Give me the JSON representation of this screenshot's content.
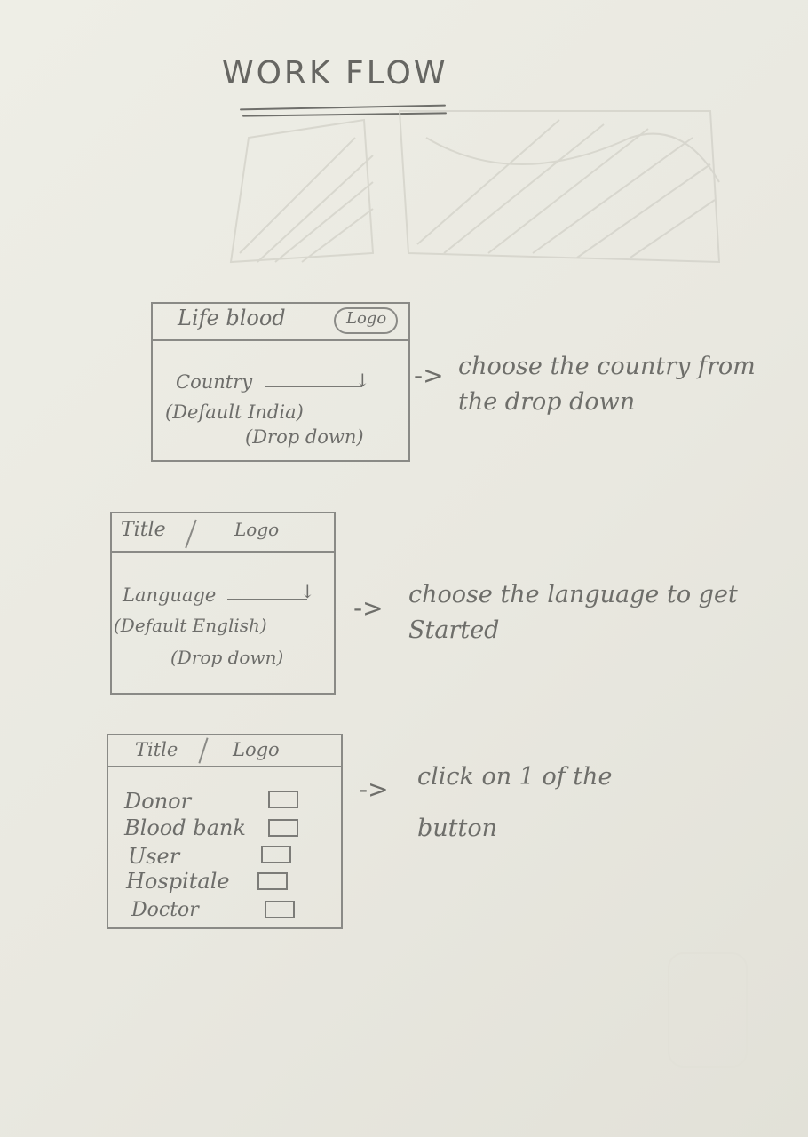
{
  "title": "WORK FLOW",
  "screens": [
    {
      "header_title": "Life blood",
      "header_logo": "Logo",
      "field_label": "Country",
      "default_text": "(Default India)",
      "control_text": "(Drop down)",
      "note": "choose the country from the drop down"
    },
    {
      "header_title": "Title",
      "header_logo": "Logo",
      "field_label": "Language",
      "default_text": "(Default English)",
      "control_text": "(Drop down)",
      "note": "choose the language to get Started"
    },
    {
      "header_title": "Title",
      "header_logo": "Logo",
      "options": [
        "Donor",
        "Blood bank",
        "User",
        "Hospitale",
        "Doctor"
      ],
      "note": "click on 1 of the button"
    }
  ],
  "arrow_symbol": "->"
}
